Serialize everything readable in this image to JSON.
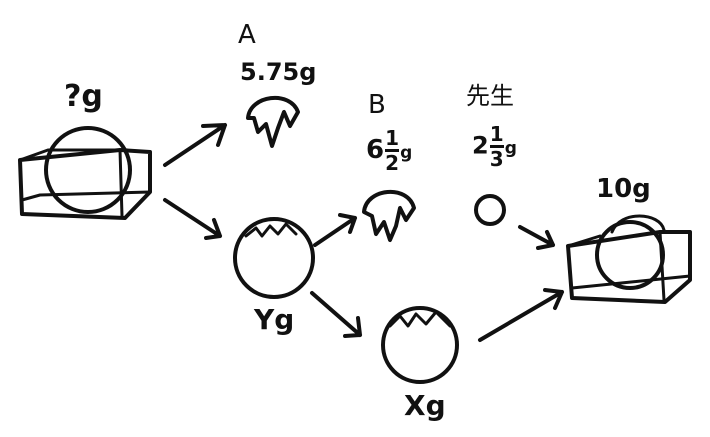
{
  "start_box": {
    "weight_label": "?g"
  },
  "piece_a": {
    "name": "A",
    "weight": "5.75g"
  },
  "piece_b": {
    "name": "B",
    "whole": "6",
    "num": "1",
    "den": "2",
    "unit": "g"
  },
  "teacher": {
    "name": "先生",
    "whole": "2",
    "num": "1",
    "den": "3",
    "unit": "g"
  },
  "ball_y": {
    "weight_label": "Yg"
  },
  "ball_x": {
    "weight_label": "Xg"
  },
  "end_box": {
    "weight_label": "10g"
  },
  "colors": {
    "ink": "#111111",
    "background": "#ffffff"
  }
}
